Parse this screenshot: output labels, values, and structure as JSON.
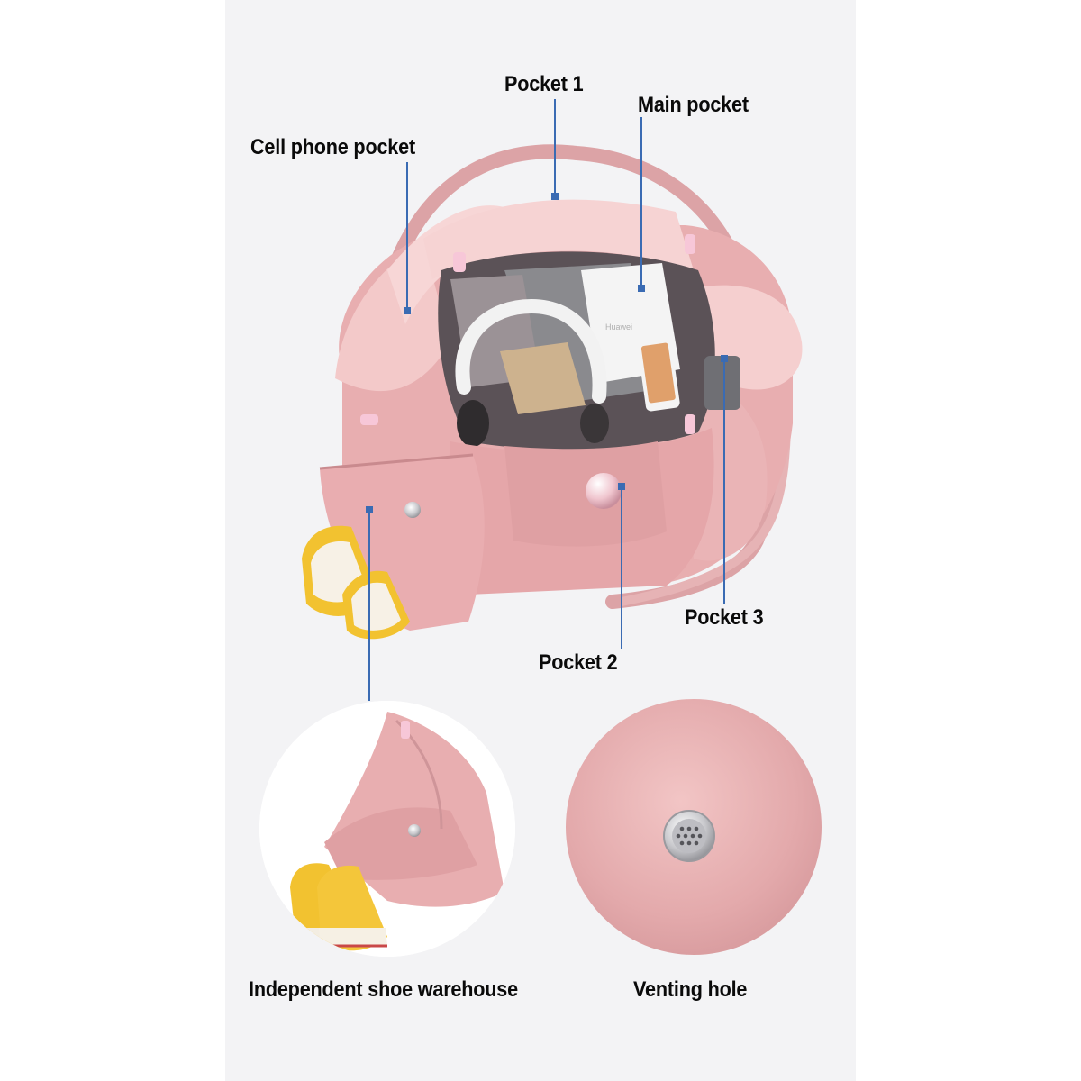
{
  "labels": {
    "pocket1": "Pocket 1",
    "main_pocket": "Main pocket",
    "cell_phone_pocket": "Cell phone pocket",
    "pocket3": "Pocket 3",
    "pocket2": "Pocket 2",
    "shoe_warehouse": "Independent shoe warehouse",
    "venting_hole": "Venting hole"
  },
  "colors": {
    "bag_pink": "#e8aeb0",
    "bag_light": "#f6d3d3",
    "bag_dark": "#c98a8e",
    "leader_line": "#3a6bb3",
    "shoe_yellow": "#f2c230",
    "panel_bg": "#f3f3f5"
  }
}
